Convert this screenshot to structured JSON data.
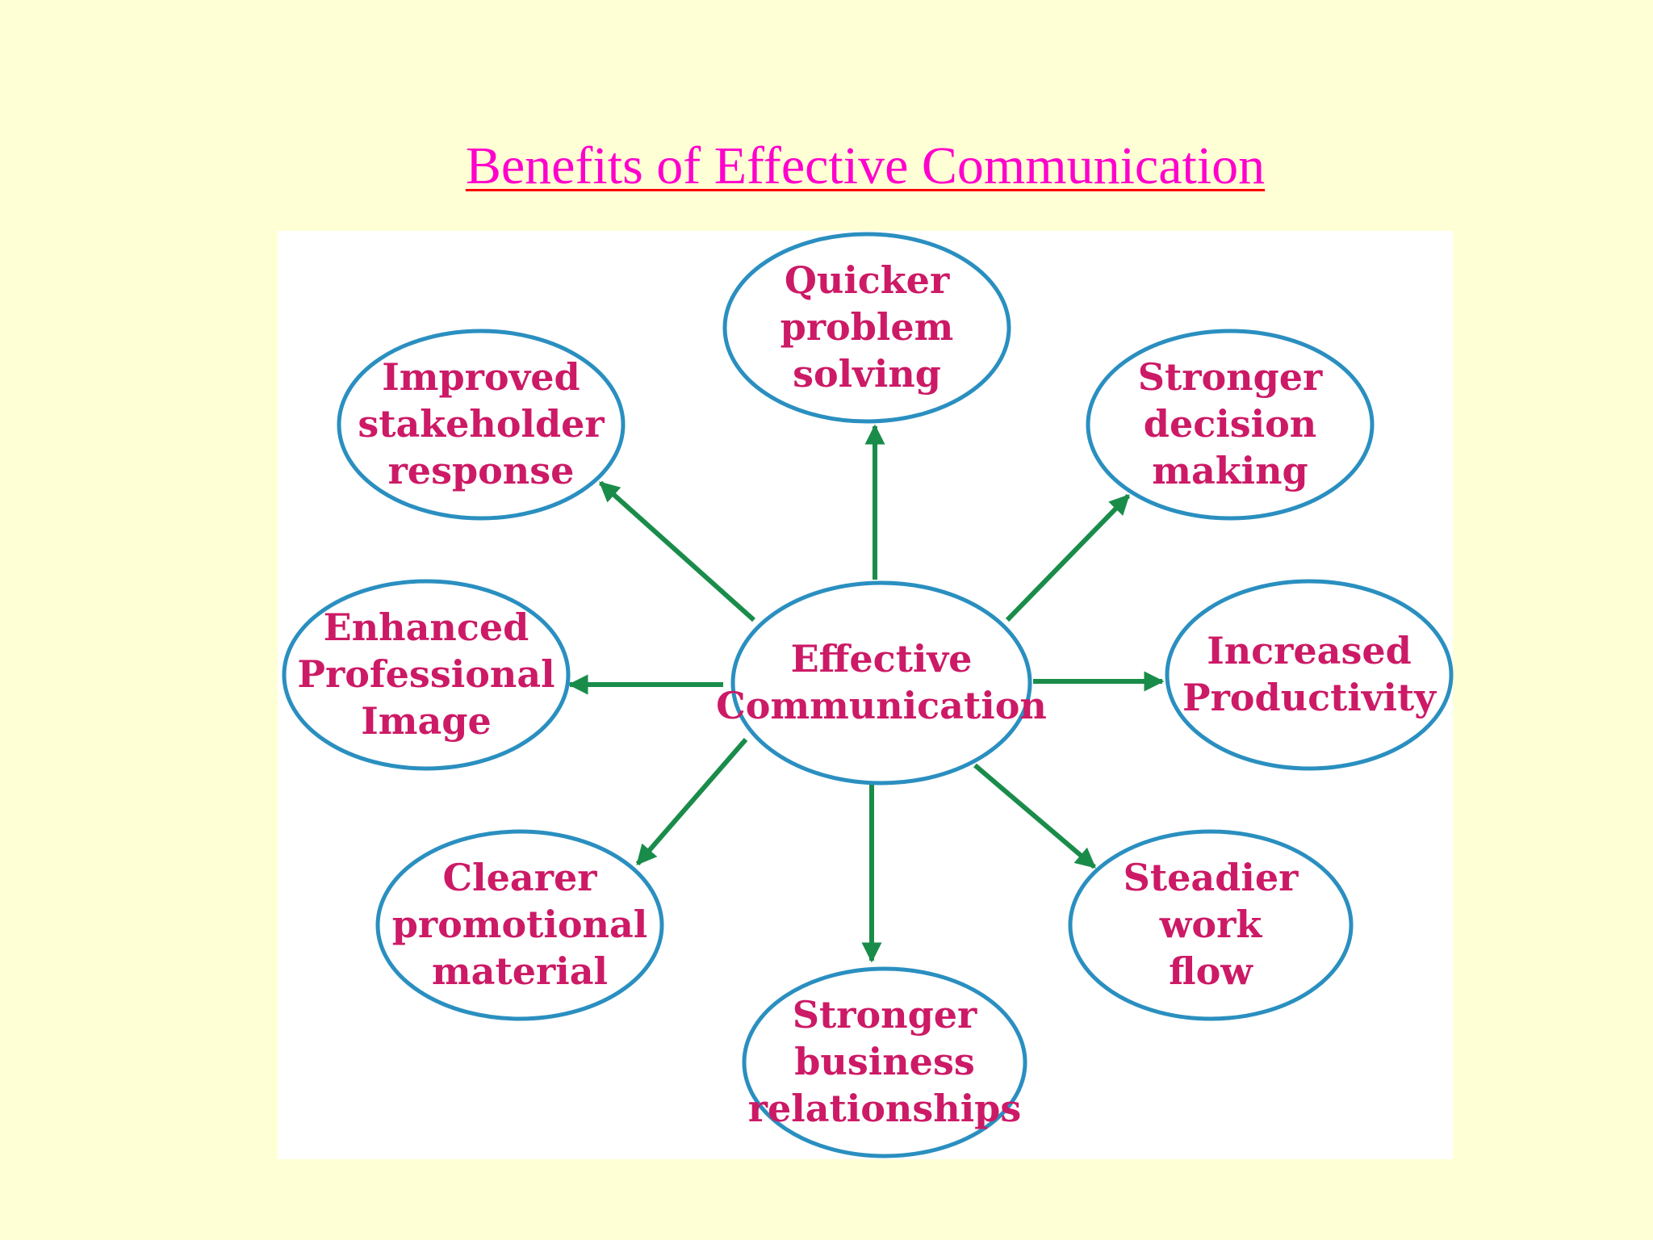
{
  "title": "Benefits of Effective Communication",
  "colors": {
    "background": "#ffffd6",
    "panel": "#ffffff",
    "title_text": "#ff00cc",
    "title_underline": "#ff0000",
    "node_stroke": "#2a8fc0",
    "node_text": "#cc1a66",
    "arrow": "#1a8c4a"
  },
  "diagram": {
    "center": {
      "lines": [
        "Effective",
        "Communication"
      ]
    },
    "nodes": [
      {
        "id": "quicker-problem-solving",
        "lines": [
          "Quicker",
          "problem",
          "solving"
        ]
      },
      {
        "id": "stronger-decision-making",
        "lines": [
          "Stronger",
          "decision",
          "making"
        ]
      },
      {
        "id": "increased-productivity",
        "lines": [
          "Increased",
          "Productivity"
        ]
      },
      {
        "id": "steadier-work-flow",
        "lines": [
          "Steadier",
          "work",
          "flow"
        ]
      },
      {
        "id": "stronger-business-relationships",
        "lines": [
          "Stronger",
          "business",
          "relationships"
        ]
      },
      {
        "id": "clearer-promotional-material",
        "lines": [
          "Clearer",
          "promotional",
          "material"
        ]
      },
      {
        "id": "enhanced-professional-image",
        "lines": [
          "Enhanced",
          "Professional",
          "Image"
        ]
      },
      {
        "id": "improved-stakeholder-response",
        "lines": [
          "Improved",
          "stakeholder",
          "response"
        ]
      }
    ]
  }
}
